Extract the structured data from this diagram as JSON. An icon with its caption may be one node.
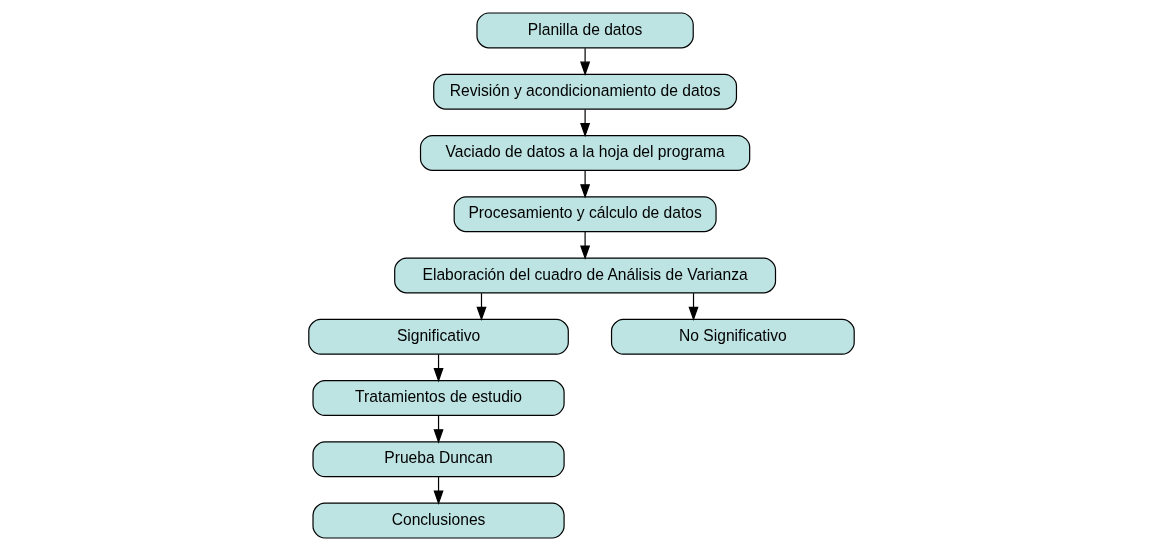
{
  "diagram": {
    "nodes": [
      {
        "text": [
          "Planilla de datos"
        ]
      },
      {
        "text": [
          "Revisión y acondicionamiento de datos"
        ]
      },
      {
        "text": [
          "Vaciado de datos a la hoja del programa"
        ]
      },
      {
        "text": [
          "Procesamiento y cálculo de datos"
        ]
      },
      {
        "text": [
          "Elaboración del cuadro de Análisis de Varianza"
        ]
      },
      {
        "text": [
          "Significativo"
        ]
      },
      {
        "text": [
          "No Significativo"
        ]
      },
      {
        "text": [
          "Tratamientos de estudio"
        ]
      },
      {
        "text": [
          "Prueba Duncan"
        ]
      },
      {
        "text": [
          "Conclusiones"
        ]
      }
    ],
    "edges": [
      {
        "from": 0,
        "to": 1,
        "arrow": "to"
      },
      {
        "from": 1,
        "to": 2,
        "arrow": "to"
      },
      {
        "from": 2,
        "to": 3,
        "arrow": "to"
      },
      {
        "from": 3,
        "to": 4,
        "arrow": "to"
      },
      {
        "from": 4,
        "to": 5,
        "arrow": "to"
      },
      {
        "from": 4,
        "to": 6,
        "arrow": "to"
      },
      {
        "from": 5,
        "to": 7,
        "arrow": "to"
      },
      {
        "from": 7,
        "to": 8,
        "arrow": "to"
      },
      {
        "from": 8,
        "to": 9,
        "arrow": "to"
      }
    ]
  }
}
